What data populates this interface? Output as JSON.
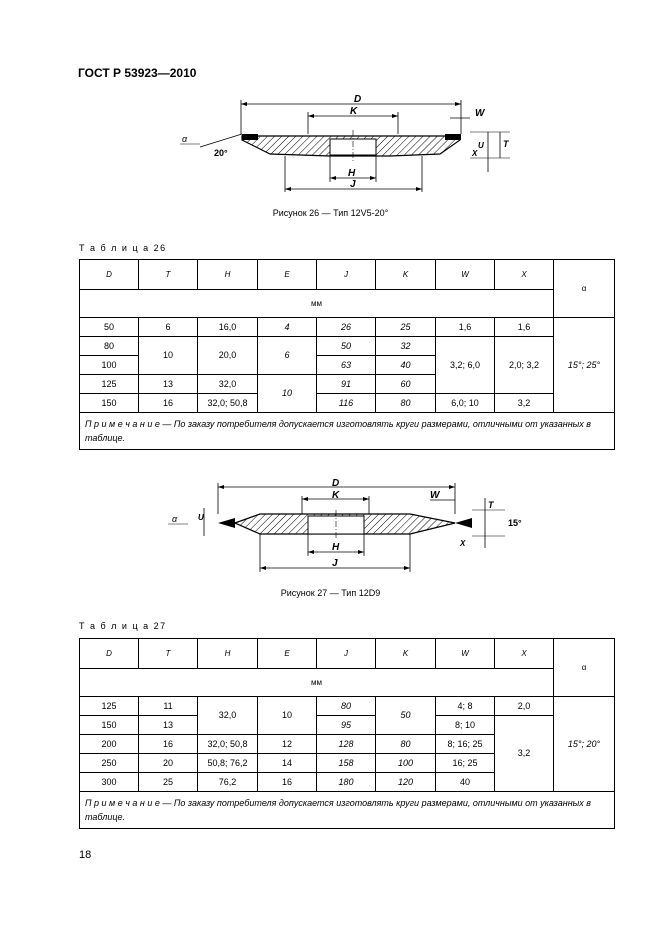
{
  "header": {
    "standard": "ГОСТ Р 53923—2010"
  },
  "figure26": {
    "caption": "Рисунок 26 — Тип 12V5-20°",
    "labels": {
      "D": "D",
      "K": "K",
      "W": "W",
      "alpha": "α",
      "angle": "20°",
      "T": "T",
      "U": "U",
      "X": "X",
      "H": "H",
      "J": "J"
    }
  },
  "table26": {
    "label": "Т а б л и ц а  26",
    "headers": [
      "D",
      "T",
      "H",
      "E",
      "J",
      "K",
      "W",
      "X",
      "α"
    ],
    "unit": "мм",
    "rows": [
      [
        "50",
        "6",
        "16,0",
        "4",
        "26",
        "25",
        "1,6",
        "1,6"
      ],
      [
        "80",
        "10",
        "20,0",
        "6",
        "50",
        "32",
        "3,2; 6,0",
        "2,0; 3,2"
      ],
      [
        "100",
        "",
        "",
        "",
        "63",
        "40",
        "",
        ""
      ],
      [
        "125",
        "13",
        "32,0",
        "10",
        "91",
        "60",
        "",
        ""
      ],
      [
        "150",
        "16",
        "32,0; 50,8",
        "",
        "116",
        "80",
        "6,0; 10",
        "3,2"
      ]
    ],
    "alpha_value": "15°; 25°",
    "note_prefix": "П р и м е ч а н и е",
    "note_text": " — По заказу потребителя допускается изготовлять круги размерами, отличными от указанных в таблице."
  },
  "figure27": {
    "caption": "Рисунок 27 — Тип 12D9",
    "labels": {
      "D": "D",
      "K": "K",
      "W": "W",
      "alpha": "α",
      "angle": "15°",
      "T": "T",
      "U": "U",
      "X": "X",
      "H": "H",
      "J": "J"
    }
  },
  "table27": {
    "label": "Т а б л и ц а  27",
    "headers": [
      "D",
      "T",
      "H",
      "E",
      "J",
      "K",
      "W",
      "X",
      "α"
    ],
    "unit": "мм",
    "rows": [
      [
        "125",
        "11",
        "32,0",
        "10",
        "80",
        "50",
        "4; 8",
        "2,0"
      ],
      [
        "150",
        "13",
        "",
        "",
        "95",
        "",
        "8; 10",
        "3,2"
      ],
      [
        "200",
        "16",
        "32,0; 50,8",
        "12",
        "128",
        "80",
        "8; 16; 25",
        ""
      ],
      [
        "250",
        "20",
        "50,8; 76,2",
        "14",
        "158",
        "100",
        "16; 25",
        ""
      ],
      [
        "300",
        "25",
        "76,2",
        "16",
        "180",
        "120",
        "40",
        ""
      ]
    ],
    "alpha_value": "15°; 20°",
    "note_prefix": "П р и м е ч а н и е",
    "note_text": " — По заказу потребителя допускается изготовлять круги размерами, отличными от указанных в таблице."
  },
  "page_number": "18"
}
